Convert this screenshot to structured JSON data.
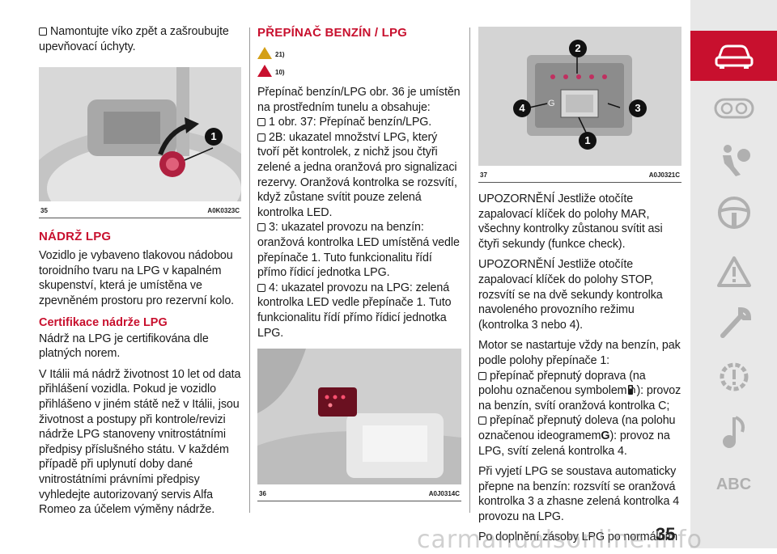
{
  "col1": {
    "intro": "Namontujte víko zpět a zašroubujte upevňovací úchyty.",
    "fig35": {
      "number": "35",
      "code": "A0K0323C",
      "callout": "1"
    },
    "section_title": "NÁDRŽ LPG",
    "section_text": "Vozidlo je vybaveno tlakovou nádobou toroidního tvaru na LPG v kapalném skupenství, která je umístěna ve zpevněném prostoru pro rezervní kolo.",
    "sub_title": "Certifikace nádrže LPG",
    "sub_text1": "Nádrž na LPG je certifikována dle platných norem.",
    "sub_text2": "V Itálii má nádrž životnost 10 let od data přihlášení vozidla. Pokud je vozidlo přihlášeno v jiném státě než v Itálii, jsou životnost a postupy při kontrole/revizi nádrže LPG stanoveny vnitrostátními předpisy příslušného státu. V každém případě při uplynutí doby dané vnitrostátními právními předpisy vyhledejte autorizovaný servis Alfa Romeo za účelem výměny nádrže."
  },
  "col2": {
    "title": "PŘEPÍNAČ BENZÍN / LPG",
    "ref1": "21)",
    "ref2": "10)",
    "text": "Přepínač benzín/LPG obr. 36 je umístěn na prostředním tunelu a obsahuje:",
    "items": [
      "1 obr. 37: Přepínač benzín/LPG.",
      "2B: ukazatel množství LPG, který tvoří pět kontrolek, z nichž jsou čtyři zelené a jedna oranžová pro signalizaci rezervy. Oranžová kontrolka se rozsvítí, když zůstane svítit pouze zelená kontrolka LED.",
      "3: ukazatel provozu na benzín: oranžová kontrolka LED umístěná vedle přepínače 1. Tuto funkcionalitu řídí přímo řídicí jednotka LPG.",
      "4: ukazatel provozu na LPG: zelená kontrolka LED vedle přepínače 1. Tuto funkcionalitu řídí přímo řídicí jednotka LPG."
    ],
    "fig36": {
      "number": "36",
      "code": "A0J0314C"
    }
  },
  "col3": {
    "fig37": {
      "number": "37",
      "code": "A0J0321C",
      "callouts": [
        "1",
        "2",
        "3",
        "4"
      ]
    },
    "p1": "UPOZORNĚNÍ Jestliže otočíte zapalovací klíček do polohy MAR, všechny kontrolky zůstanou svítit asi čtyři sekundy (funkce check).",
    "p2": "UPOZORNĚNÍ Jestliže otočíte zapalovací klíček do polohy STOP, rozsvítí se na dvě sekundy kontrolka navoleného provozního režimu (kontrolka 3 nebo 4).",
    "p3": "Motor se nastartuje vždy na benzín, pak podle polohy přepínače 1:",
    "b1a": "přepínač přepnutý doprava (na polohu označenou symbolem",
    "b1b": "): provoz na benzín, svítí oranžová kontrolka C;",
    "b2a": "přepínač přepnutý doleva (na polohu označenou ideogramem",
    "b2g": "G",
    "b2b": "): provoz na LPG, svítí zelená kontrolka 4.",
    "p4": "Při vyjetí LPG se soustava automaticky přepne na benzín: rozsvítí se oranžová kontrolka 3 a zhasne zelená kontrolka 4 provozu na LPG.",
    "p5": "Po doplnění zásoby LPG po normálním"
  },
  "sidebar": {
    "abc_label": "ABC"
  },
  "page_number": "35",
  "watermark": "carmanualsonline.info"
}
